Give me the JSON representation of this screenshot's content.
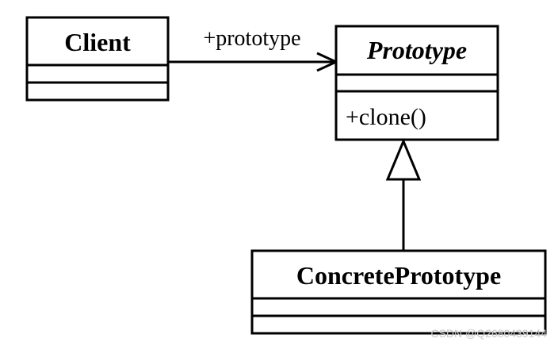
{
  "classes": {
    "client": {
      "name": "Client"
    },
    "prototype": {
      "name": "Prototype",
      "operation": "+clone()"
    },
    "concrete": {
      "name": "ConcretePrototype"
    }
  },
  "association": {
    "role": "+prototype"
  },
  "watermark": "CSDN @Q2680439144"
}
